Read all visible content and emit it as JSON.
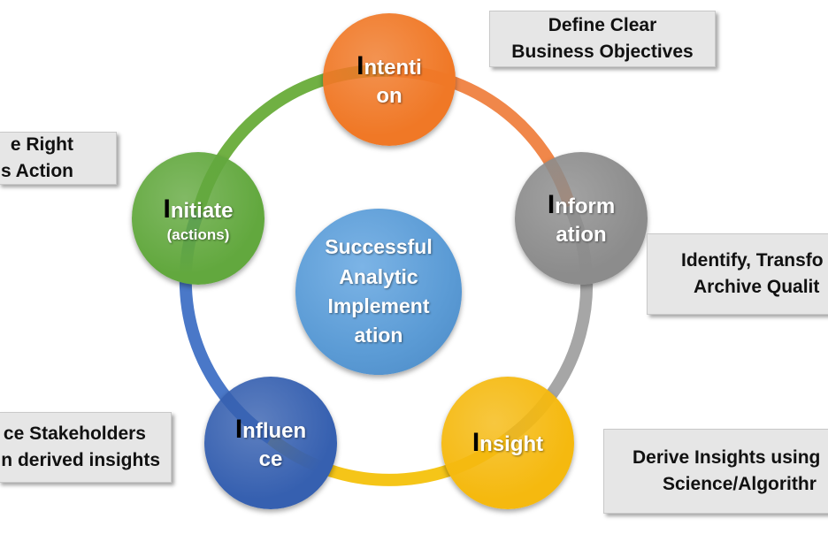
{
  "center": {
    "lines": [
      "Successful",
      "Analytic",
      "Implement",
      "ation"
    ]
  },
  "nodes": [
    {
      "id": "intention",
      "initial": "I",
      "line1_rest": "ntenti",
      "line2": "on",
      "color": "#f07826"
    },
    {
      "id": "information",
      "initial": "I",
      "line1_rest": "nform",
      "line2": "ation",
      "color": "#8c8c8c"
    },
    {
      "id": "insight",
      "initial": "I",
      "line1_rest": "nsight",
      "line2": "",
      "color": "#f5b90f"
    },
    {
      "id": "influence",
      "initial": "I",
      "line1_rest": "nfluen",
      "line2": "ce",
      "color": "#3660b0"
    },
    {
      "id": "initiate",
      "initial": "I",
      "line1_rest": "nitiate",
      "line2": "(actions)",
      "color": "#62a83e"
    }
  ],
  "callouts": {
    "intention": [
      "Define Clear",
      "Business Objectives"
    ],
    "initiate": [
      "e Right",
      "s Action"
    ],
    "information": [
      "Identify, Transfo",
      "Archive Qualit"
    ],
    "influence": [
      "ce Stakeholders",
      "n derived insights"
    ],
    "insight": [
      "Derive Insights using",
      "Science/Algorithr"
    ]
  },
  "colors": {
    "center": "#5b9bd5",
    "arc_intention_information": "#f0874a",
    "arc_information_insight": "#a6a6a6",
    "arc_insight_influence": "#f5c518",
    "arc_influence_initiate": "#4a78c8",
    "arc_initiate_intention": "#70b043"
  }
}
